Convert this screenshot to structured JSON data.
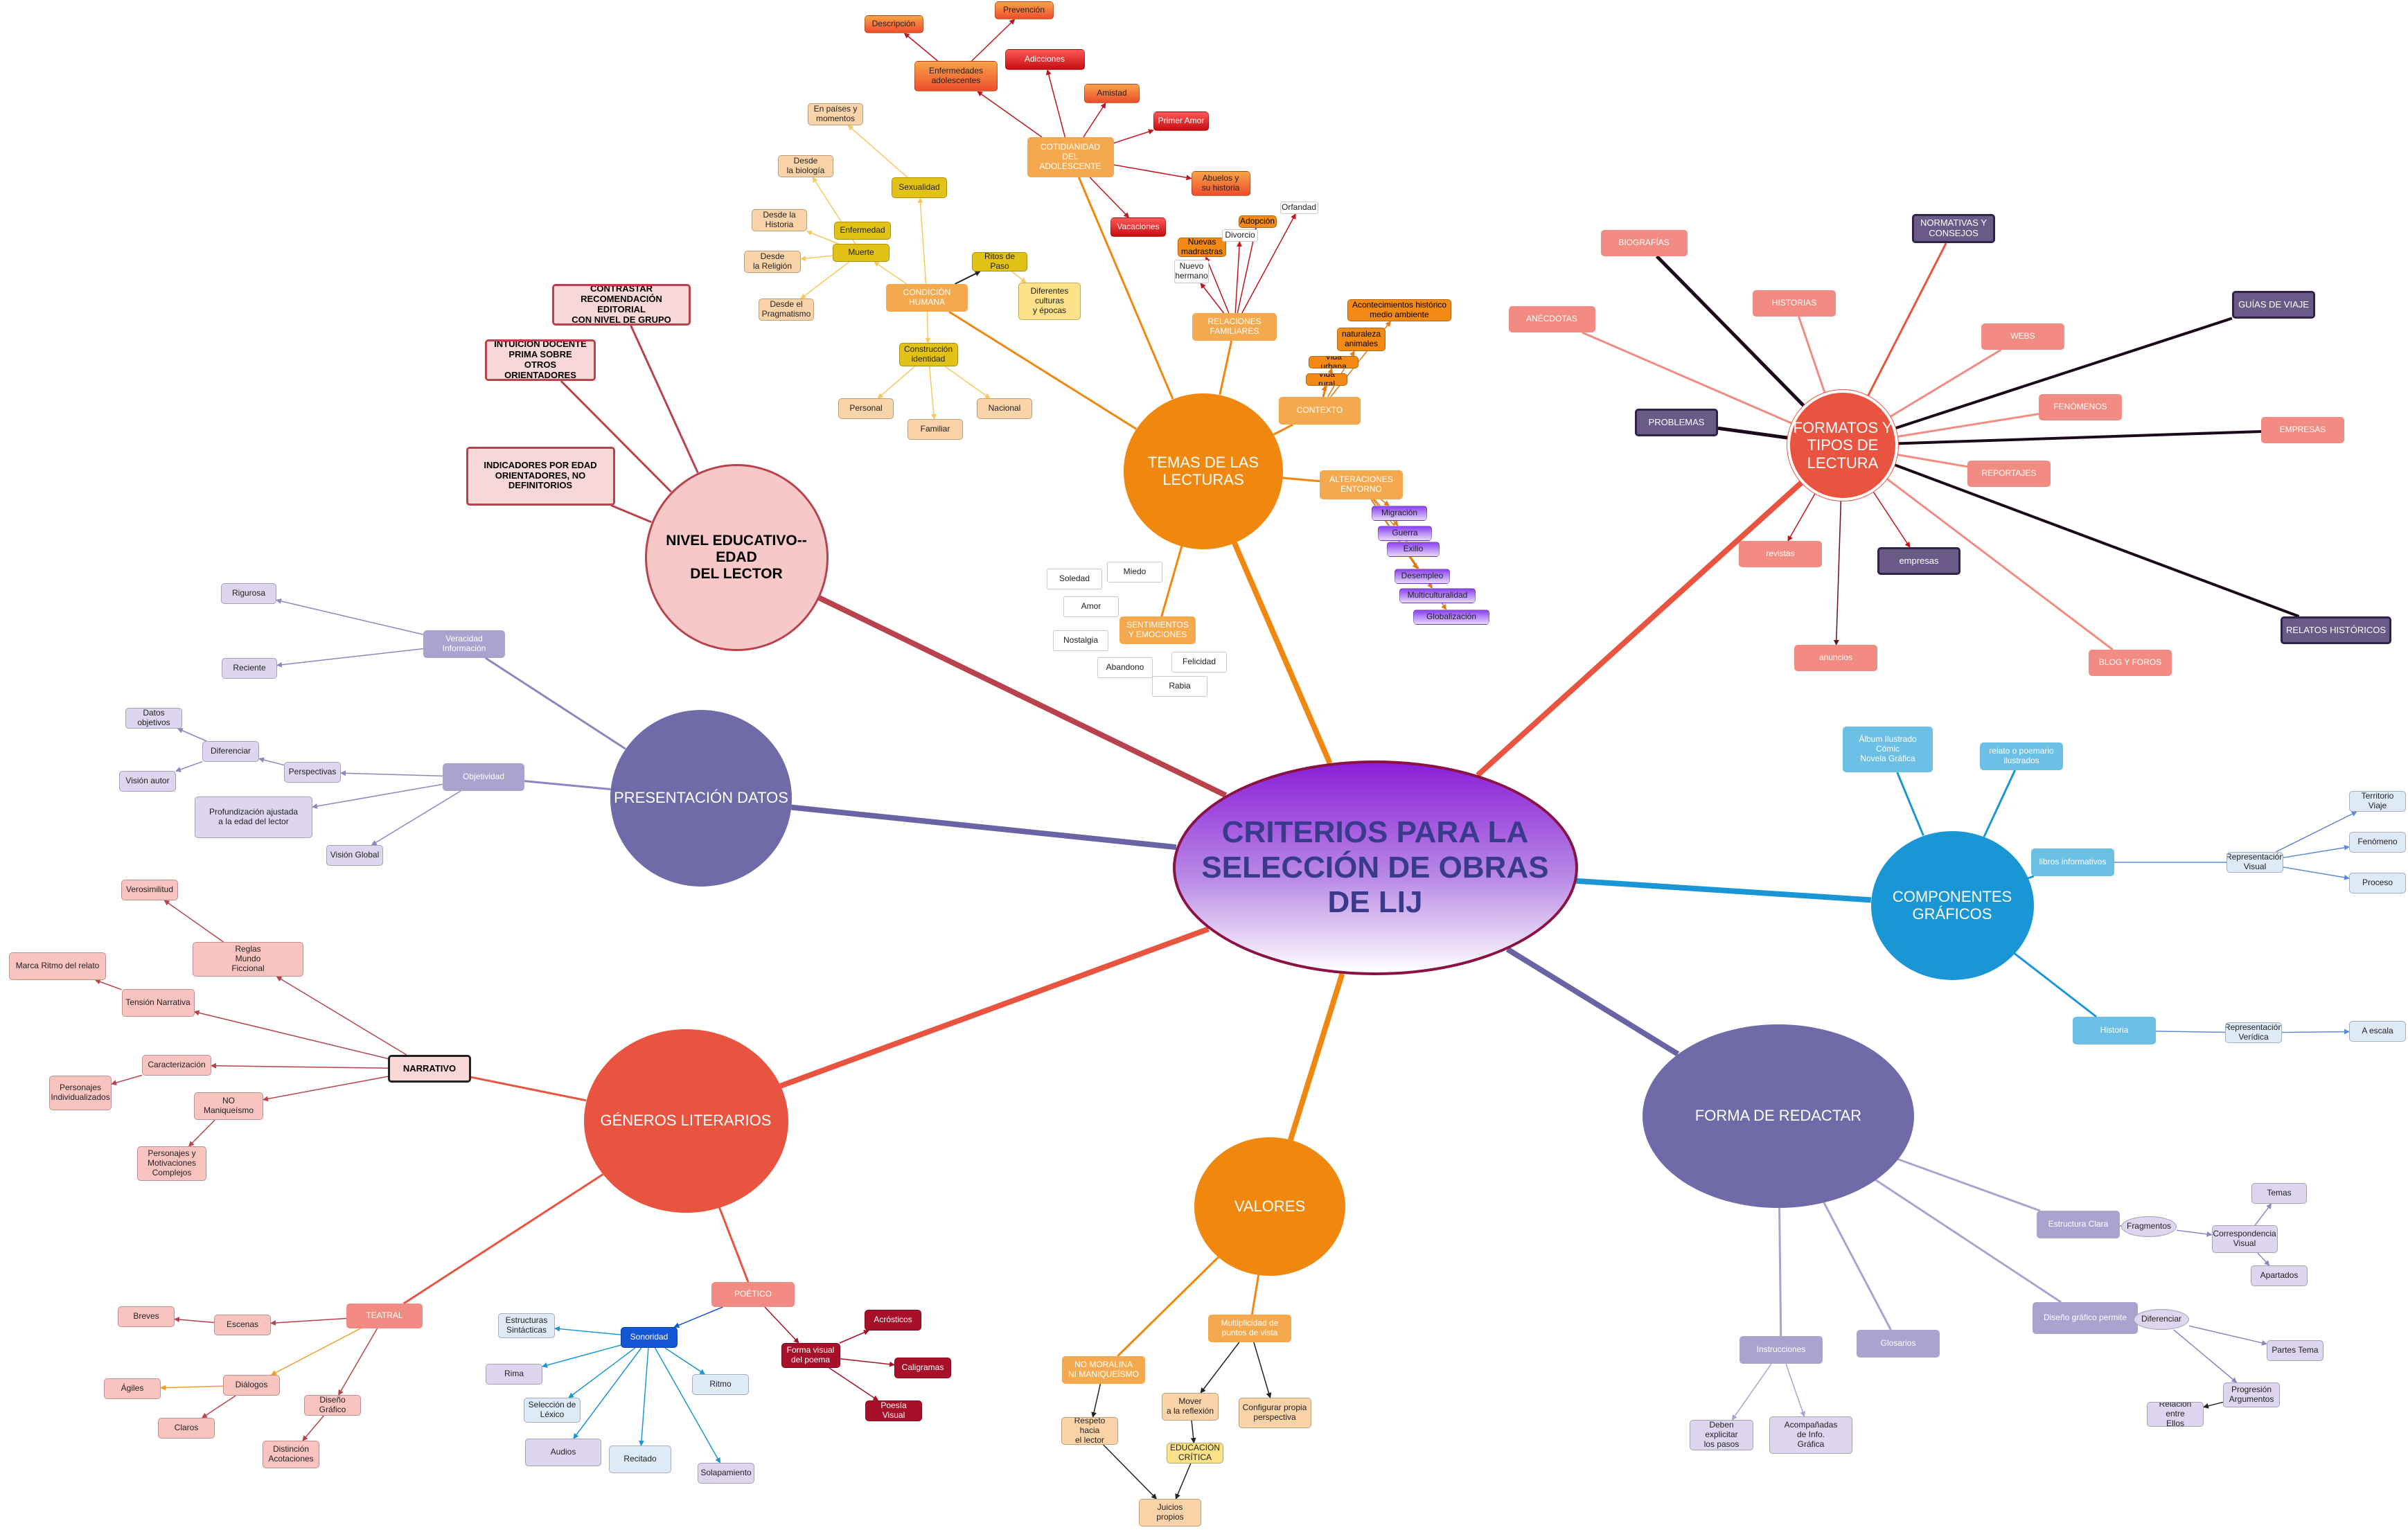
{
  "title": "CRITERIOS PARA LA SELECCIÓN DE OBRAS DE LIJ",
  "colors": {
    "orange": "#f0870f",
    "orange_light": "#f5a94e",
    "peach": "#fbd3a8",
    "red_hub": "#e8543f",
    "salmon": "#f28b82",
    "pink_light": "#f7c8c8",
    "purple_hub": "#706aa8",
    "purple_light": "#a9a4cf",
    "lavender": "#ddd6ee",
    "blue_hub": "#1a96d5",
    "blue_light": "#6cc0e6",
    "blue_pale": "#dfeaf8",
    "yellow": "#e2c217",
    "dark_purple": "#6a5a88",
    "dark_red": "#a8102a"
  },
  "nodes": [
    {
      "id": "root",
      "label": "CRITERIOS PARA LA\nSELECCIÓN DE OBRAS\nDE LIJ"
    },
    {
      "id": "temas",
      "label": "TEMAS DE LAS\nLECTURAS"
    },
    {
      "id": "nivel",
      "label": "NIVEL EDUCATIVO--EDAD\nDEL LECTOR"
    },
    {
      "id": "presentacion",
      "label": "PRESENTACIÓN DATOS"
    },
    {
      "id": "generos",
      "label": "GÉNEROS LITERARIOS"
    },
    {
      "id": "valores",
      "label": "VALORES"
    },
    {
      "id": "forma",
      "label": "FORMA DE REDACTAR"
    },
    {
      "id": "componentes",
      "label": "COMPONENTES\nGRÁFICOS"
    },
    {
      "id": "formatos",
      "label": "FORMATOS Y\nTIPOS DE\nLECTURA"
    },
    {
      "id": "cotidianidad",
      "label": "COTIDIANIDAD\nDEL\nADOLESCENTE"
    },
    {
      "id": "enf_adol",
      "label": "Enfermedades\nadolescentes"
    },
    {
      "id": "descripcion",
      "label": "Descripción"
    },
    {
      "id": "prevencion",
      "label": "Prevención"
    },
    {
      "id": "adicciones",
      "label": "Adicciones"
    },
    {
      "id": "amistad",
      "label": "Amistad"
    },
    {
      "id": "primer_amor",
      "label": "Primer Amor"
    },
    {
      "id": "abuelos",
      "label": "Abuelos y\nsu historia"
    },
    {
      "id": "vacaciones",
      "label": "Vacaciones"
    },
    {
      "id": "condicion",
      "label": "CONDICIÓN\nHUMANA"
    },
    {
      "id": "sexualidad",
      "label": "Sexualidad"
    },
    {
      "id": "paises",
      "label": "En países y\nmomentos"
    },
    {
      "id": "biologia",
      "label": "Desde\nla biología"
    },
    {
      "id": "historia",
      "label": "Desde la\nHistoria"
    },
    {
      "id": "religion",
      "label": "Desde\nla Religión"
    },
    {
      "id": "pragmatismo",
      "label": "Desde el\nPragmatismo"
    },
    {
      "id": "enfermedad",
      "label": "Enfermedad"
    },
    {
      "id": "muerte",
      "label": "Muerte"
    },
    {
      "id": "ritos",
      "label": "Ritos de Paso"
    },
    {
      "id": "culturas",
      "label": "Diferentes\nculturas\ny épocas"
    },
    {
      "id": "identidad",
      "label": "Construcción\nidentidad"
    },
    {
      "id": "personal",
      "label": "Personal"
    },
    {
      "id": "familiar",
      "label": "Familiar"
    },
    {
      "id": "nacional",
      "label": "Nacional"
    },
    {
      "id": "relaciones",
      "label": "RELACIONES\nFAMILIARES"
    },
    {
      "id": "nuevo_hermano",
      "label": "Nuevo\nhermano"
    },
    {
      "id": "nuevas_madrastras",
      "label": "Nuevas\nmadrastras"
    },
    {
      "id": "divorcio",
      "label": "Divorcio"
    },
    {
      "id": "adopcion",
      "label": "Adopción"
    },
    {
      "id": "orfandad",
      "label": "Orfandad"
    },
    {
      "id": "contexto",
      "label": "CONTEXTO"
    },
    {
      "id": "acontecimientos",
      "label": "Acontecimientos histórico\nmedio ambiente"
    },
    {
      "id": "naturaleza",
      "label": "naturaleza\nanimales"
    },
    {
      "id": "vida_urbana",
      "label": "Vida urbana"
    },
    {
      "id": "vida_rural",
      "label": "Vida rural"
    },
    {
      "id": "alteraciones",
      "label": "ALTERACIONES\nENTORNO"
    },
    {
      "id": "migracion",
      "label": "Migración"
    },
    {
      "id": "guerra",
      "label": "Guerra"
    },
    {
      "id": "exilio",
      "label": "Exilio"
    },
    {
      "id": "desempleo",
      "label": "Desempleo"
    },
    {
      "id": "multiculturalidad",
      "label": "Multiculturalidad"
    },
    {
      "id": "globalizacion",
      "label": "Globalización"
    },
    {
      "id": "sentimientos",
      "label": "SENTIMIENTOS\nY EMOCIONES"
    },
    {
      "id": "soledad",
      "label": "Soledad"
    },
    {
      "id": "miedo",
      "label": "Miedo"
    },
    {
      "id": "amor",
      "label": "Amor"
    },
    {
      "id": "nostalgia",
      "label": "Nostalgia"
    },
    {
      "id": "abandono",
      "label": "Abandono"
    },
    {
      "id": "felicidad",
      "label": "Felicidad"
    },
    {
      "id": "rabia",
      "label": "Rabia"
    },
    {
      "id": "contrastar",
      "label": "CONTRASTAR RECOMENDACIÓN\nEDITORIAL\nCON NIVEL DE GRUPO"
    },
    {
      "id": "intuicion",
      "label": "INTUICIÓN DOCENTE\nPRIMA SOBRE\nOTROS ORIENTADORES"
    },
    {
      "id": "indicadores",
      "label": "INDICADORES POR EDAD\nORIENTADORES, NO DEFINITORIOS"
    },
    {
      "id": "veracidad",
      "label": "Veracidad\nInformación"
    },
    {
      "id": "rigurosa",
      "label": "Rigurosa"
    },
    {
      "id": "reciente",
      "label": "Reciente"
    },
    {
      "id": "objetividad",
      "label": "Objetividad"
    },
    {
      "id": "datos_obj",
      "label": "Datos objetivos"
    },
    {
      "id": "diferenciar1",
      "label": "Diferenciar"
    },
    {
      "id": "vision_autor",
      "label": "Visión autor"
    },
    {
      "id": "perspectivas",
      "label": "Perspectivas"
    },
    {
      "id": "profundizacion",
      "label": "Profundización ajustada\na la edad del lector"
    },
    {
      "id": "vision_global",
      "label": "Visión Global"
    },
    {
      "id": "narrativo",
      "label": "NARRATIVO"
    },
    {
      "id": "verosimilitud",
      "label": "Verosimilitud"
    },
    {
      "id": "reglas",
      "label": "Reglas\nMundo\nFiccional"
    },
    {
      "id": "ritmo_relato",
      "label": "Marca Ritmo del relato"
    },
    {
      "id": "tension",
      "label": "Tensión Narrativa"
    },
    {
      "id": "caracterizacion",
      "label": "Caracterización"
    },
    {
      "id": "individualizados",
      "label": "Personajes\nIndividualizados"
    },
    {
      "id": "no_maniqueismo",
      "label": "NO Maniqueísmo"
    },
    {
      "id": "complejos",
      "label": "Personajes y\nMotivaciones\nComplejos"
    },
    {
      "id": "teatral",
      "label": "TEATRAL"
    },
    {
      "id": "breves",
      "label": "Breves"
    },
    {
      "id": "escenas",
      "label": "Escenas"
    },
    {
      "id": "agiles",
      "label": "Ágiles"
    },
    {
      "id": "dialogos",
      "label": "Diálogos"
    },
    {
      "id": "claros",
      "label": "Claros"
    },
    {
      "id": "diseno_graf",
      "label": "Diseño Gráfico"
    },
    {
      "id": "acotaciones",
      "label": "Distinción\nAcotaciones"
    },
    {
      "id": "poetico",
      "label": "POÉTICO"
    },
    {
      "id": "sonoridad",
      "label": "Sonoridad"
    },
    {
      "id": "estructuras",
      "label": "Estructuras\nSintácticas"
    },
    {
      "id": "rima",
      "label": "Rima"
    },
    {
      "id": "seleccion_lexico",
      "label": "Selección de\nLéxico"
    },
    {
      "id": "audios",
      "label": "Audios"
    },
    {
      "id": "recitado",
      "label": "Recitado"
    },
    {
      "id": "solapamiento",
      "label": "Solapamiento"
    },
    {
      "id": "ritmo",
      "label": "Ritmo"
    },
    {
      "id": "forma_visual",
      "label": "Forma visual\ndel poema"
    },
    {
      "id": "acrosticos",
      "label": "Acrósticos"
    },
    {
      "id": "caligramas",
      "label": "Caligramas"
    },
    {
      "id": "poesia_visual",
      "label": "Poesía Visual"
    },
    {
      "id": "no_moralina",
      "label": "NO MORALINA\nNI MANIQUEÍSMO"
    },
    {
      "id": "respeto",
      "label": "Respeto hacia\nel lector"
    },
    {
      "id": "juicios",
      "label": "Juicios\npropios"
    },
    {
      "id": "multiplicidad",
      "label": "Multiplicidad de\npuntos de vista"
    },
    {
      "id": "mover",
      "label": "Mover\na la reflexión"
    },
    {
      "id": "educacion",
      "label": "EDUCACIÓN\nCRÍTICA"
    },
    {
      "id": "configurar",
      "label": "Configurar propia\nperspectiva"
    },
    {
      "id": "instrucciones",
      "label": "Instrucciones"
    },
    {
      "id": "deben",
      "label": "Deben explicitar\nlos pasos"
    },
    {
      "id": "acompanadas",
      "label": "Acompañadas\nde Info.\nGráfica"
    },
    {
      "id": "glosarios",
      "label": "Glosarios"
    },
    {
      "id": "estructura_clara",
      "label": "Estructura Clara"
    },
    {
      "id": "fragmentos",
      "label": "Fragmentos"
    },
    {
      "id": "correspondencia",
      "label": "Correspondencia\nVisual"
    },
    {
      "id": "temas2",
      "label": "Temas"
    },
    {
      "id": "apartados",
      "label": "Apartados"
    },
    {
      "id": "diseno_permite",
      "label": "Diseño gráfico permite"
    },
    {
      "id": "diferenciar2",
      "label": "Diferenciar"
    },
    {
      "id": "partes_tema",
      "label": "Partes Tema"
    },
    {
      "id": "progresion",
      "label": "Progresión\nArgumentos"
    },
    {
      "id": "relacion_ellos",
      "label": "Relación entre\nEllos"
    },
    {
      "id": "album",
      "label": "Álbum Ilustrado\nCómic\nNovela Gráfica"
    },
    {
      "id": "relato_poemario",
      "label": "relato o poemario\nilustrados"
    },
    {
      "id": "libros_info",
      "label": "libros informativos"
    },
    {
      "id": "rep_visual",
      "label": "Representación\nVisual"
    },
    {
      "id": "territorio",
      "label": "Territorio\nViaje"
    },
    {
      "id": "fenomeno",
      "label": "Fenómeno"
    },
    {
      "id": "proceso",
      "label": "Proceso"
    },
    {
      "id": "historia2",
      "label": "Historia"
    },
    {
      "id": "rep_veridica",
      "label": "Representación\nVerídica"
    },
    {
      "id": "a_escala",
      "label": "A escala"
    },
    {
      "id": "biografias",
      "label": "BIOGRAFÍAS"
    },
    {
      "id": "normativas",
      "label": "NORMATIVAS Y\nCONSEJOS"
    },
    {
      "id": "anecdotas",
      "label": "ANÉCDOTAS"
    },
    {
      "id": "historias",
      "label": "HISTORIAS"
    },
    {
      "id": "guias",
      "label": "GUÍAS DE VIAJE"
    },
    {
      "id": "webs",
      "label": "WEBS"
    },
    {
      "id": "fenomenos",
      "label": "FENÓMENOS"
    },
    {
      "id": "problemas",
      "label": "PROBLEMAS"
    },
    {
      "id": "empresas_caps",
      "label": "EMPRESAS"
    },
    {
      "id": "reportajes",
      "label": "REPORTAJES"
    },
    {
      "id": "revistas",
      "label": "revistas"
    },
    {
      "id": "empresas",
      "label": "empresas"
    },
    {
      "id": "relatos_hist",
      "label": "RELATOS HISTÓRICOS"
    },
    {
      "id": "anuncios",
      "label": "anuncios"
    },
    {
      "id": "blog",
      "label": "BLOG Y FOROS"
    }
  ]
}
